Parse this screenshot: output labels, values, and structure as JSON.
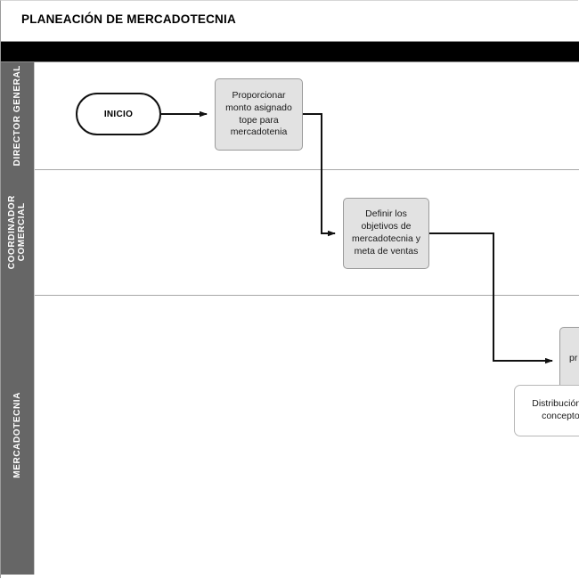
{
  "document": {
    "title": "PLANEACIÓN DE MERCADOTECNIA"
  },
  "header_band": {
    "label": "",
    "color": "#000000"
  },
  "lanes": [
    {
      "id": "director-general",
      "label": "DIRECTOR GENERAL"
    },
    {
      "id": "coordinador-comercial",
      "label": "COORDINADOR\nCOMERCIAL"
    },
    {
      "id": "mercadotecnia",
      "label": "MERCADOTECNIA"
    }
  ],
  "nodes": {
    "inicio": {
      "label": "INICIO",
      "type": "terminator",
      "lane": "director-general"
    },
    "proporcionar": {
      "label": "Proporcionar monto asignado tope para mercadotenia",
      "type": "task",
      "lane": "director-general"
    },
    "definir": {
      "label": "Definir los objetivos de mercadotecnia y meta de ventas",
      "type": "task",
      "lane": "coordinador-comercial"
    },
    "presupuesto": {
      "label": "pr",
      "type": "task",
      "lane": "mercadotecnia"
    },
    "distribucion": {
      "label": "Distribución de conceptos",
      "type": "annotation",
      "lane": "mercadotecnia"
    }
  },
  "colors": {
    "lane_header_bg": "#666666",
    "lane_header_text": "#ffffff",
    "task_fill": "#e2e2e2",
    "task_stroke": "#9a9a9a",
    "connector": "#111111",
    "divider": "#a7a7a7"
  }
}
